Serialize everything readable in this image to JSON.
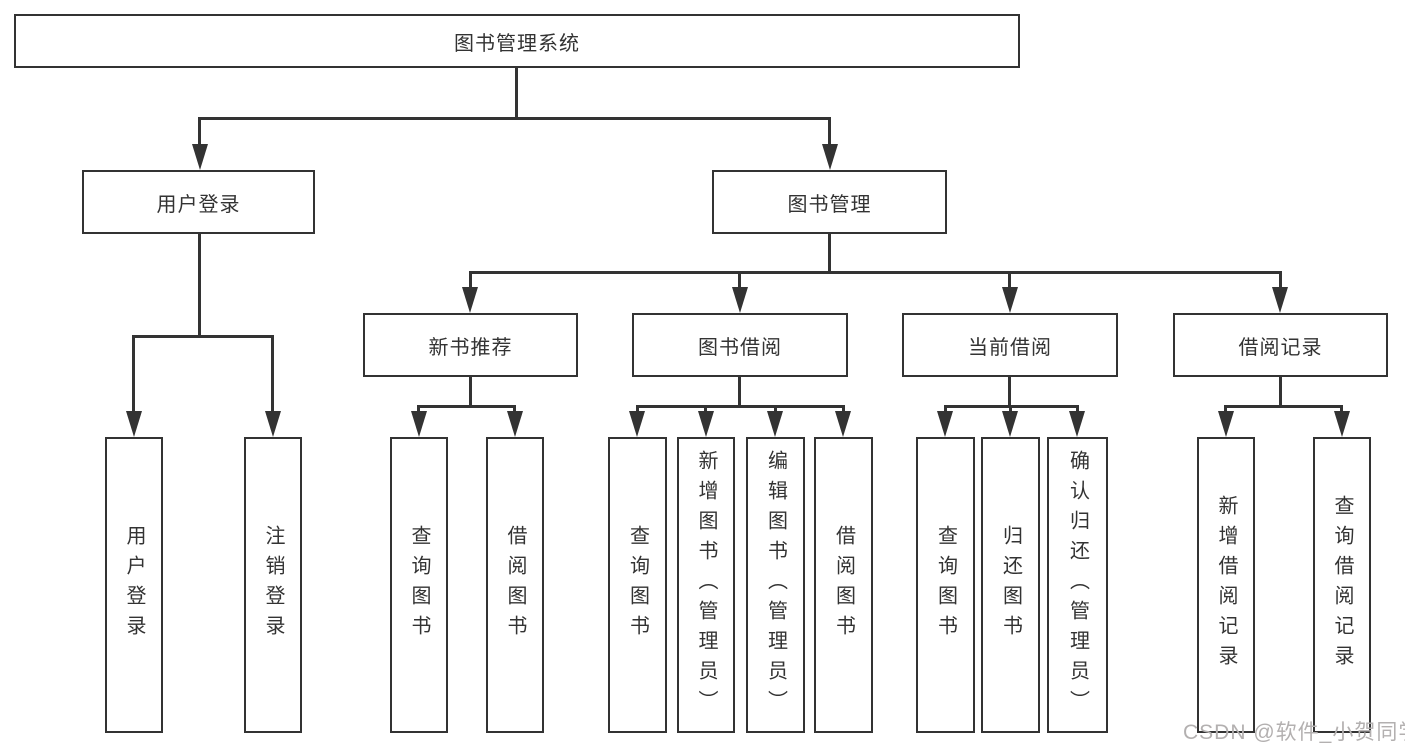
{
  "colors": {
    "line": "#333333",
    "text": "#333333",
    "watermark": "#b3b0b0",
    "background": "#ffffff"
  },
  "watermark": {
    "text": "CSDN @软件_小贺同学"
  },
  "diagram": {
    "type": "tree",
    "root": {
      "label": "图书管理系统",
      "children": [
        {
          "label": "用户登录",
          "children": [
            {
              "label": "用户登录"
            },
            {
              "label": "注销登录"
            }
          ]
        },
        {
          "label": "图书管理",
          "children": [
            {
              "label": "新书推荐",
              "children": [
                {
                  "label": "查询图书"
                },
                {
                  "label": "借阅图书"
                }
              ]
            },
            {
              "label": "图书借阅",
              "children": [
                {
                  "label": "查询图书"
                },
                {
                  "label": "新增图书（管理员）"
                },
                {
                  "label": "编辑图书（管理员）"
                },
                {
                  "label": "借阅图书"
                }
              ]
            },
            {
              "label": "当前借阅",
              "children": [
                {
                  "label": "查询图书"
                },
                {
                  "label": "归还图书"
                },
                {
                  "label": "确认归还（管理员）"
                }
              ]
            },
            {
              "label": "借阅记录",
              "children": [
                {
                  "label": "新增借阅记录"
                },
                {
                  "label": "查询借阅记录"
                }
              ]
            }
          ]
        }
      ]
    }
  }
}
